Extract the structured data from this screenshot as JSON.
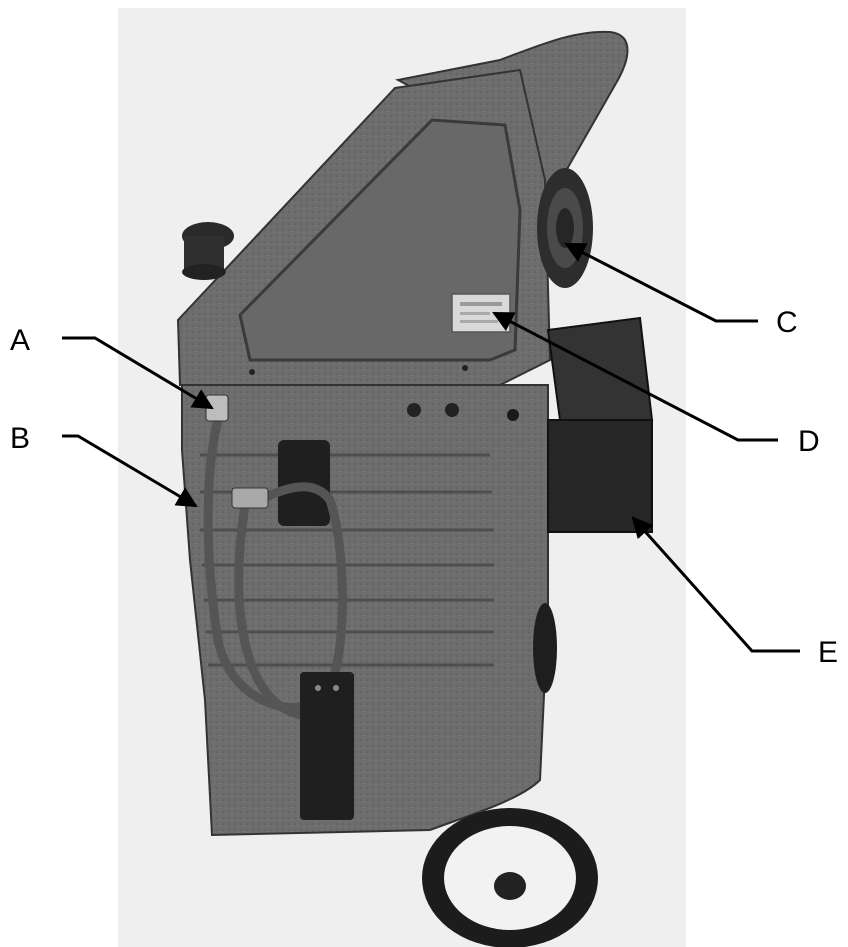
{
  "callouts": [
    {
      "id": "a",
      "label": "A"
    },
    {
      "id": "b",
      "label": "B"
    },
    {
      "id": "c",
      "label": "C"
    },
    {
      "id": "d",
      "label": "D"
    },
    {
      "id": "e",
      "label": "E"
    }
  ],
  "colors": {
    "machine_body": "#6e6e6e",
    "machine_dark": "#3a3a3a",
    "backdrop": "#efefef"
  }
}
